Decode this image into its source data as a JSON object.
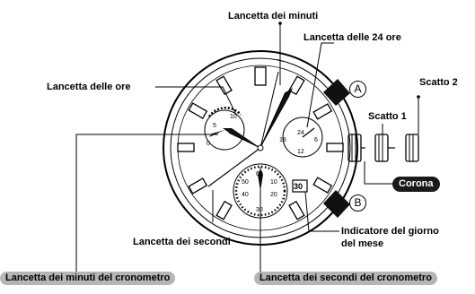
{
  "labels": {
    "minute_hand": "Lancetta dei minuti",
    "hour24_hand": "Lancetta delle 24 ore",
    "hour_hand": "Lancetta delle ore",
    "step2": "Scatto 2",
    "step1": "Scatto 1",
    "crown": "Corona",
    "seconds_hand": "Lancetta dei secondi",
    "date_indicator_line1": "Indicatore del giorno",
    "date_indicator_line2": "del mese",
    "chrono_minutes": "Lancetta dei minuti del cronometro",
    "chrono_seconds": "Lancetta dei secondi del cronometro"
  },
  "buttons": {
    "a": "A",
    "b": "B"
  },
  "dial": {
    "date": "30",
    "subdial_24": [
      "24",
      "6",
      "12",
      "18"
    ],
    "subdial_chrono_min": [
      "10",
      "5",
      "0"
    ],
    "subdial_chrono_sec": [
      "60",
      "10",
      "20",
      "30",
      "40",
      "50"
    ]
  },
  "colors": {
    "pill_bg": "#b5b5b5",
    "crown_pill_bg": "#1a1a1a"
  }
}
